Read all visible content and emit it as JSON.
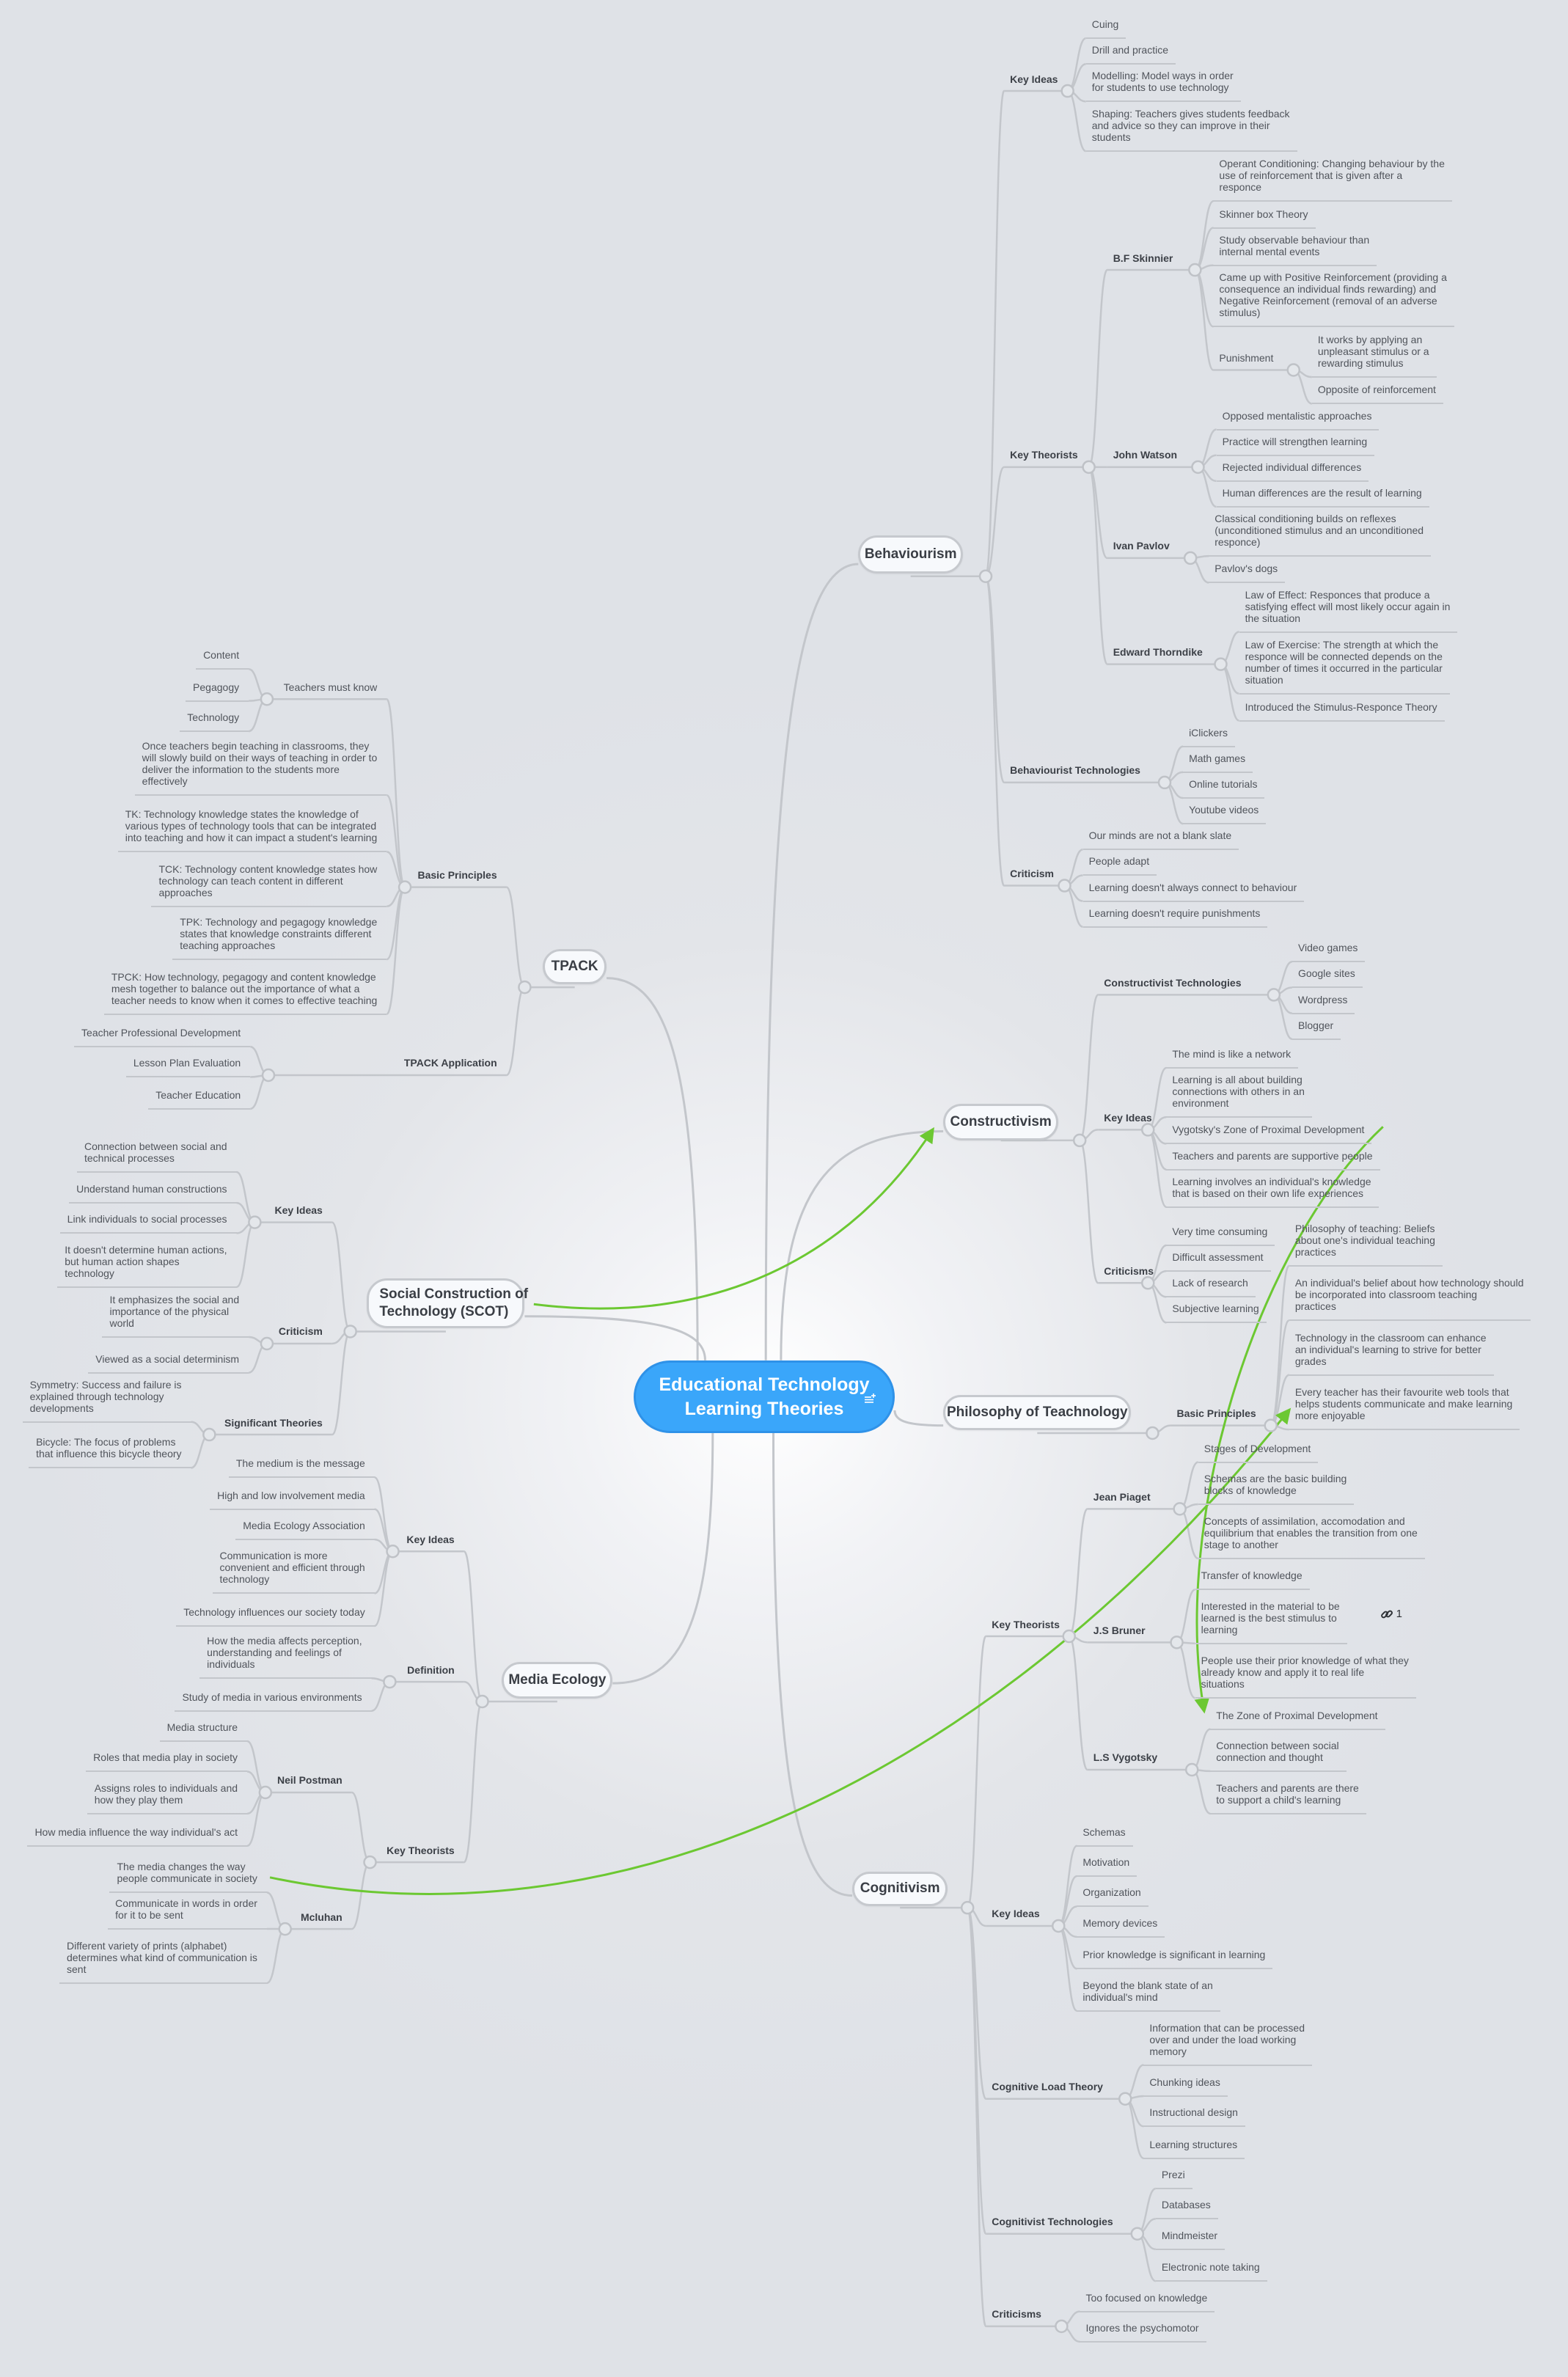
{
  "central": {
    "title_line1": "Educational Technology",
    "title_line2": "Learning Theories",
    "icon": "notes-add-icon"
  },
  "colors": {
    "central": "#3aa6fa",
    "relationship": "#6cc832",
    "background": "#dfe2e7"
  },
  "link_badge": {
    "icon": "link-icon",
    "count": "1"
  },
  "topics": [
    {
      "label": "Behaviourism",
      "groups": [
        {
          "label": "Key Ideas",
          "items": [
            "Cuing",
            "Drill and practice",
            "Modelling: Model ways in order\nfor students to use technology",
            "Shaping: Teachers gives students feedback\nand advice so they can improve in their\nstudents"
          ]
        },
        {
          "label": "Key Theorists",
          "items": [
            {
              "label": "B.F Skinnier",
              "items": [
                "Operant Conditioning: Changing behaviour by the\nuse of reinforcement that is given after a\nresponce",
                "Skinner box Theory",
                "Study observable behaviour than\ninternal mental events",
                "Came up with Positive Reinforcement (providing a\nconsequence an individual finds rewarding) and\nNegative Reinforcement (removal of an adverse\nstimulus)",
                {
                  "label": "Punishment",
                  "items": [
                    "It works by applying an\nunpleasant stimulus or a\nrewarding stimulus",
                    "Opposite of reinforcement"
                  ]
                }
              ]
            },
            {
              "label": "John Watson",
              "items": [
                "Opposed mentalistic approaches",
                "Practice will strengthen learning",
                "Rejected individual differences",
                "Human differences are the result of learning"
              ]
            },
            {
              "label": "Ivan Pavlov",
              "items": [
                "Classical conditioning builds on reflexes\n(unconditioned stimulus and an unconditioned\nresponce)",
                "Pavlov's dogs"
              ]
            },
            {
              "label": "Edward Thorndike",
              "items": [
                "Law of Effect: Responces that produce a\nsatisfying effect will most likely occur again in\nthe situation",
                "Law of Exercise: The strength at which the\nresponce will be connected depends on the\nnumber of times it occurred in the particular\nsituation",
                "Introduced the Stimulus-Responce Theory"
              ]
            }
          ]
        },
        {
          "label": "Behaviourist Technologies",
          "items": [
            "iClickers",
            "Math games",
            "Online tutorials",
            "Youtube videos"
          ]
        },
        {
          "label": "Criticism",
          "items": [
            "Our minds are not a blank slate",
            "People adapt",
            "Learning doesn't always connect to behaviour",
            "Learning doesn't require punishments"
          ]
        }
      ]
    },
    {
      "label": "Constructivism",
      "groups": [
        {
          "label": "Constructivist Technologies",
          "items": [
            "Video games",
            "Google sites",
            "Wordpress",
            "Blogger"
          ]
        },
        {
          "label": "Key Ideas",
          "items": [
            "The mind is like a network",
            "Learning is all about building\nconnections with others in an\nenvironment",
            "Vygotsky's Zone of Proximal Development",
            "Teachers and parents are supportive people",
            "Learning involves an individual's knowledge\nthat is based on their own life experiences"
          ]
        },
        {
          "label": "Criticisms",
          "items": [
            "Very time consuming",
            "Difficult assessment",
            "Lack of research",
            "Subjective learning"
          ]
        }
      ]
    },
    {
      "label": "Philosophy of Teachnology",
      "groups": [
        {
          "label": "Basic Principles",
          "items": [
            "Philosophy of teaching: Beliefs\nabout one's individual teaching\npractices",
            "An individual's belief about how technology should\nbe incorporated into classroom teaching\npractices",
            "Technology in the classroom can enhance\nan individual's learning to strive for better\ngrades",
            "Every teacher has their favourite web tools that\nhelps students communicate and make learning\nmore enjoyable"
          ]
        }
      ]
    },
    {
      "label": "Cognitivism",
      "groups": [
        {
          "label": "Key Theorists",
          "items": [
            {
              "label": "Jean Piaget",
              "items": [
                "Stages of Development",
                "Schemas are the basic building\nblocks of knowledge",
                "Concepts of assimilation, accomodation and\nequilibrium that enables the transition from one\nstage to another"
              ]
            },
            {
              "label": "J.S Bruner",
              "items": [
                "Transfer of knowledge",
                "Interested in the material to be\nlearned is the best stimulus to\nlearning",
                "People use their prior knowledge of what they\nalready know and apply it to real life\nsituations"
              ]
            },
            {
              "label": "L.S Vygotsky",
              "items": [
                "The Zone of Proximal Development",
                "Connection between social\nconnection and thought",
                "Teachers and parents are there\nto support a child's learning"
              ]
            }
          ]
        },
        {
          "label": "Key Ideas",
          "items": [
            "Schemas",
            "Motivation",
            "Organization",
            "Memory devices",
            "Prior knowledge is significant in learning",
            "Beyond the blank state of an\nindividual's mind"
          ]
        },
        {
          "label": "Cognitive Load Theory",
          "items": [
            "Information that can be processed\nover and under the load working\nmemory",
            "Chunking ideas",
            "Instructional design",
            "Learning structures"
          ]
        },
        {
          "label": "Cognitivist Technologies",
          "items": [
            "Prezi",
            "Databases",
            "Mindmeister",
            "Electronic note taking"
          ]
        },
        {
          "label": "Criticisms",
          "items": [
            "Too focused on knowledge",
            "Ignores the psychomotor"
          ]
        }
      ]
    },
    {
      "label": "TPACK",
      "groups": [
        {
          "label": "Basic Principles",
          "items": [
            {
              "label": "Teachers must know",
              "items": [
                "Content",
                "Pegagogy",
                "Technology"
              ]
            },
            "Once teachers begin teaching in classrooms, they\nwill slowly build on their ways of teaching in order to\ndeliver the information to the students more\neffectively",
            "TK: Technology knowledge states the knowledge of\nvarious types of technology tools that can be integrated\ninto teaching and how it can impact a student's learning",
            "TCK: Technology content knowledge states how\ntechnology can teach content in different\napproaches",
            "TPK: Technology and pegagogy knowledge\nstates that knowledge constraints different\nteaching approaches",
            "TPCK: How technology, pegagogy and content knowledge\nmesh together to balance out the importance of what a\nteacher needs to know when it comes to effective teaching"
          ]
        },
        {
          "label": "TPACK Application",
          "items": [
            "Teacher Professional Development",
            "Lesson Plan Evaluation",
            "Teacher Education"
          ]
        }
      ]
    },
    {
      "label": "Social Construction of\nTechnology (SCOT)",
      "groups": [
        {
          "label": "Key Ideas",
          "items": [
            "Connection between social and\ntechnical processes",
            "Understand human constructions",
            "Link individuals to social processes",
            "It doesn't determine human actions,\nbut human action shapes\ntechnology"
          ]
        },
        {
          "label": "Criticism",
          "items": [
            "It emphasizes the social and\nimportance of the physical\nworld",
            "Viewed as a social determinism"
          ]
        },
        {
          "label": "Significant Theories",
          "items": [
            "Symmetry: Success and failure is\nexplained through technology\ndevelopments",
            "Bicycle: The focus of problems\nthat influence this bicycle theory"
          ]
        }
      ]
    },
    {
      "label": "Media Ecology",
      "groups": [
        {
          "label": "Key Ideas",
          "items": [
            "The medium is the message",
            "High and low involvement media",
            "Media Ecology Association",
            "Communication is more\nconvenient and efficient through\ntechnology",
            "Technology influences our society today"
          ]
        },
        {
          "label": "Definition",
          "items": [
            "How the media affects perception,\nunderstanding and feelings of\nindividuals",
            "Study of media in various environments"
          ]
        },
        {
          "label": "Key Theorists",
          "items": [
            {
              "label": "Neil Postman",
              "items": [
                "Media structure",
                "Roles that media play in society",
                "Assigns roles to individuals and\nhow they play them",
                "How media influence the way individual's act"
              ]
            },
            {
              "label": "Mcluhan",
              "items": [
                "The media changes the way\npeople communicate in society",
                "Communicate in words in order\nfor it to be sent",
                "Different variety of prints (alphabet)\ndetermines what kind of communication is\nsent"
              ]
            }
          ]
        }
      ]
    }
  ]
}
